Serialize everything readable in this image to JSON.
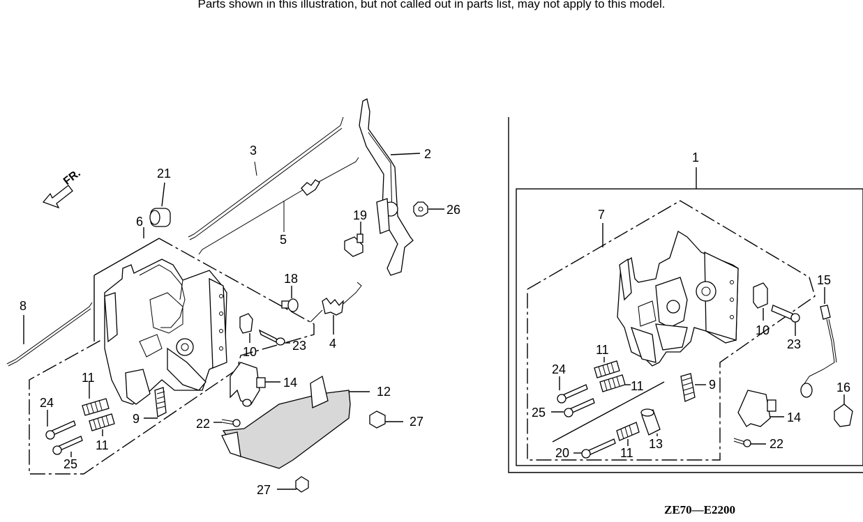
{
  "caption": "Parts shown in this illustration, but not called out in parts list, may not apply to this model.",
  "diagram_code": "ZE70—E2200",
  "front_marker": "FR.",
  "callouts_left": [
    "2",
    "3",
    "4",
    "5",
    "6",
    "8",
    "9",
    "10",
    "11",
    "11",
    "12",
    "14",
    "18",
    "19",
    "21",
    "22",
    "23",
    "24",
    "25",
    "26",
    "27",
    "27"
  ],
  "callouts_right": [
    "1",
    "7",
    "9",
    "10",
    "11",
    "11",
    "11",
    "13",
    "14",
    "15",
    "16",
    "20",
    "22",
    "23",
    "24",
    "25"
  ]
}
